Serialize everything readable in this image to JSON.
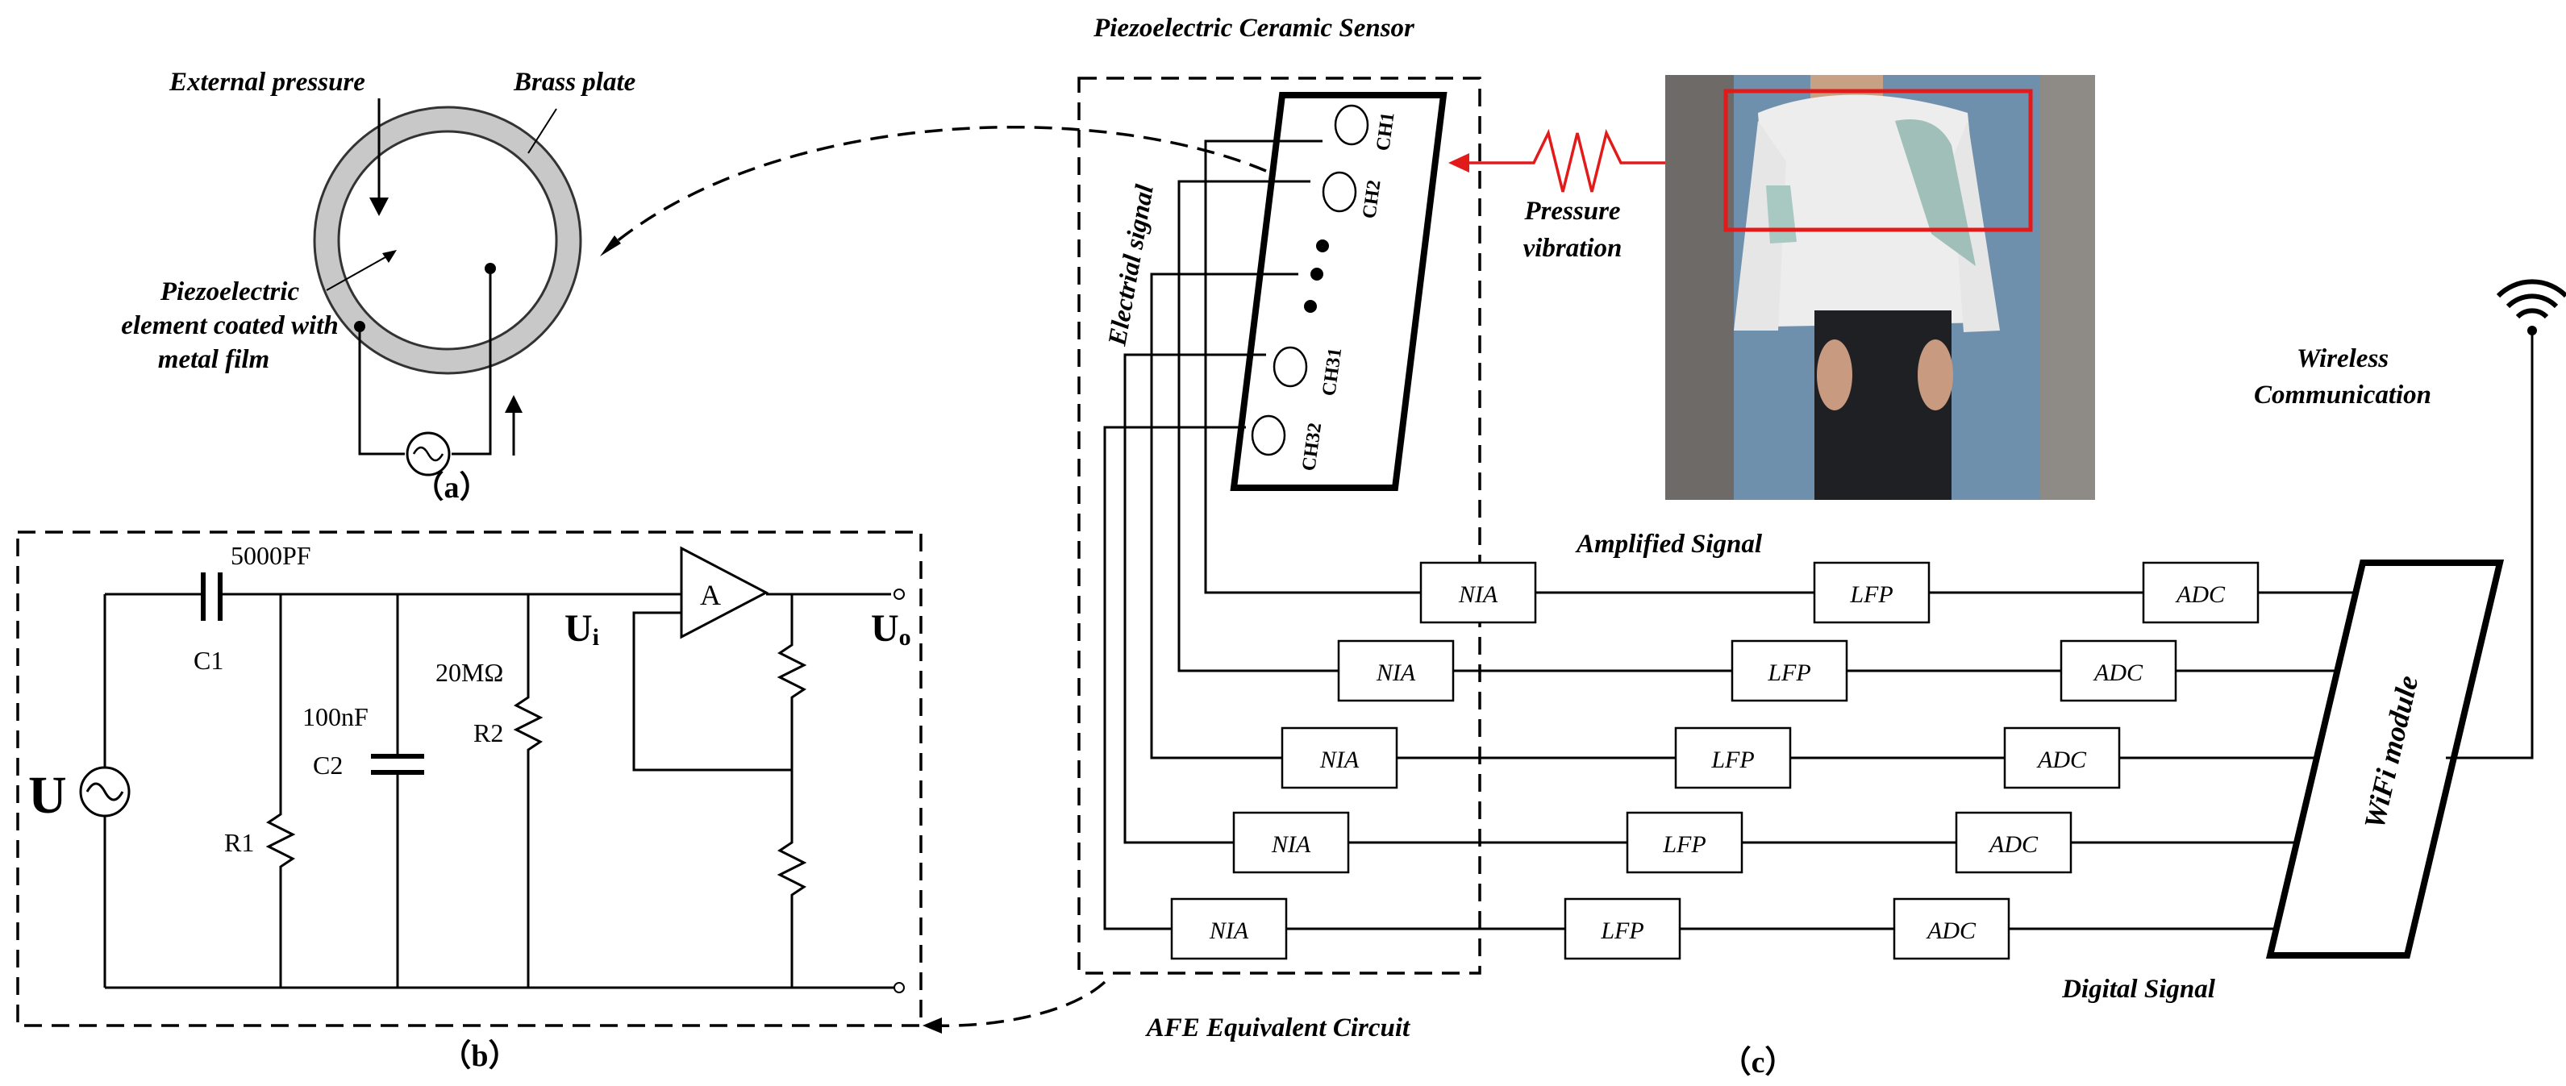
{
  "panel_a": {
    "caption": "（a）",
    "label_pressure": "External pressure",
    "label_brass": "Brass plate",
    "label_piezo_1": "Piezoelectric",
    "label_piezo_2": "element coated with",
    "label_piezo_3": "metal film"
  },
  "panel_b": {
    "caption": "（b）",
    "source_label": "U",
    "c1_value": "5000PF",
    "c1_name": "C1",
    "r1_name": "R1",
    "c2_value": "100nF",
    "c2_name": "C2",
    "r2_value": "20MΩ",
    "r2_name": "R2",
    "ui_label": "U",
    "ui_sub": "i",
    "amp_label": "A",
    "uo_label": "U",
    "uo_sub": "o"
  },
  "panel_c": {
    "caption": "（c）",
    "sensor_title": "Piezoelectric Ceramic Sensor",
    "afe_label": "AFE Equivalent Circuit",
    "electrical_signal": "Electrial signal",
    "pressure_1": "Pressure",
    "pressure_2": "vibration",
    "amplified_signal": "Amplified Signal",
    "digital_signal": "Digital Signal",
    "wireless_1": "Wireless",
    "wireless_2": "Communication",
    "wifi_module": "WiFi module",
    "channels": [
      "CH1",
      "CH2",
      "CH31",
      "CH32"
    ],
    "nia_label": "NIA",
    "lfp_label": "LFP",
    "adc_label": "ADC"
  }
}
